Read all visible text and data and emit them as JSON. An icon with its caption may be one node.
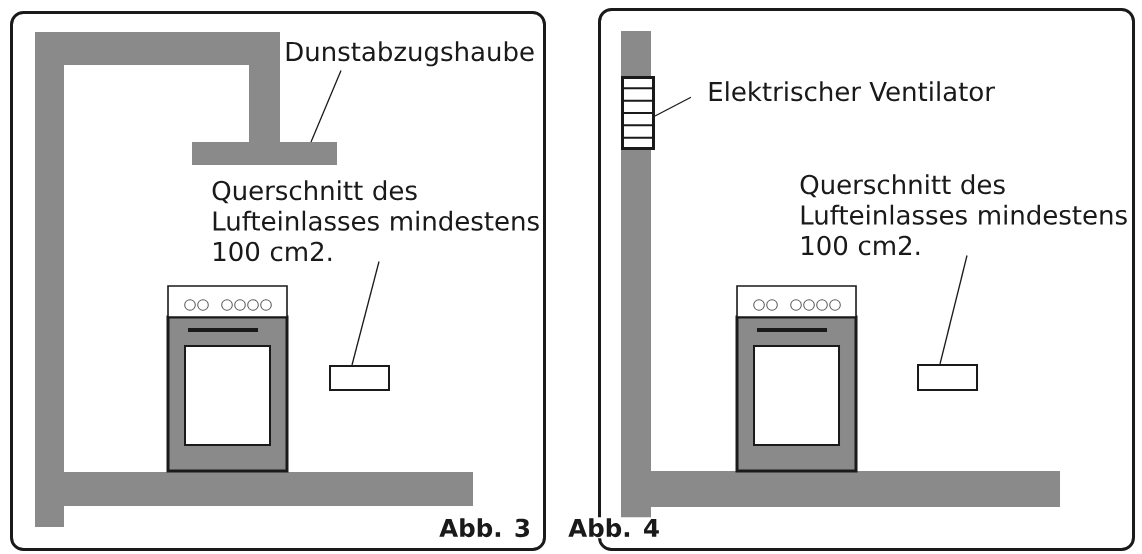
{
  "diagram": {
    "nodes": [
      {
        "text": [
          "Abb. 3"
        ]
      },
      {
        "text": [
          "Dunstabzugshaube"
        ],
        "in": 0
      },
      {
        "text": [],
        "shape": "bar",
        "in": 0
      },
      {
        "text": [
          "Querschnitt des Lufteinlasses mindestens 100 cm2."
        ],
        "in": 0
      },
      {
        "text": [],
        "shape": "box",
        "in": 0
      },
      {
        "text": [
          "Abb. 4"
        ]
      },
      {
        "text": [],
        "shape": "box",
        "in": 5
      },
      {
        "text": [
          "Elektrischer Ventilator"
        ],
        "in": 5
      },
      {
        "text": [
          "Querschnitt des Lufteinlasses mindestens 100 cm2."
        ],
        "in": 5
      },
      {
        "text": [],
        "shape": "box",
        "in": 5
      }
    ],
    "edges": [
      {
        "from": 1,
        "to": 2,
        "arrow": "none"
      },
      {
        "from": 3,
        "to": 4,
        "arrow": "none"
      },
      {
        "from": 7,
        "to": 6,
        "arrow": "none"
      },
      {
        "from": 8,
        "to": 9,
        "arrow": "none"
      }
    ]
  }
}
